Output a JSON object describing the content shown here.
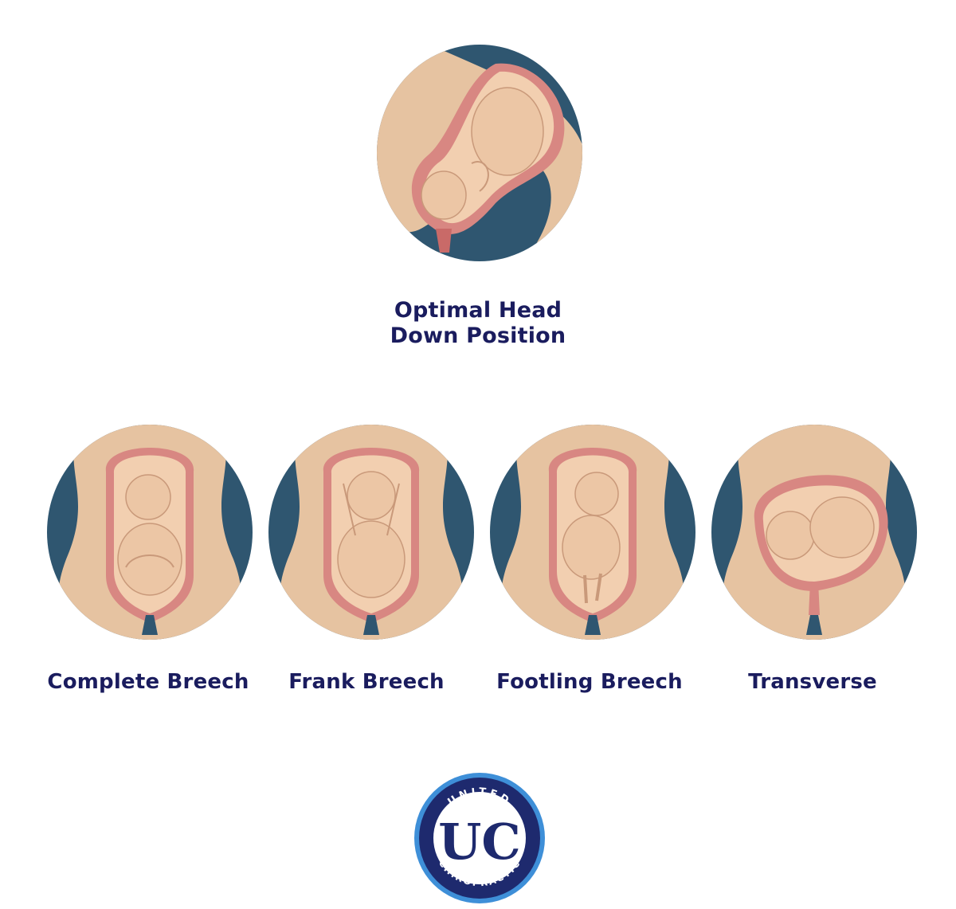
{
  "colors": {
    "background": "#ffffff",
    "label_text": "#1a1c5e",
    "circle_blue": "#2f5670",
    "skin": "#e6c3a1",
    "uterus": "#d88782",
    "logo_navy": "#1e2a6e",
    "logo_blue": "#3e8fd8"
  },
  "optimal": {
    "label_line1": "Optimal Head",
    "label_line2": "Down Position"
  },
  "positions": [
    {
      "label": "Complete Breech"
    },
    {
      "label": "Frank Breech"
    },
    {
      "label": "Footling Breech"
    },
    {
      "label": "Transverse"
    }
  ],
  "logo": {
    "monogram": "UC",
    "top_text": "UNITED",
    "bottom_text": "CHIROPRACTIC"
  }
}
